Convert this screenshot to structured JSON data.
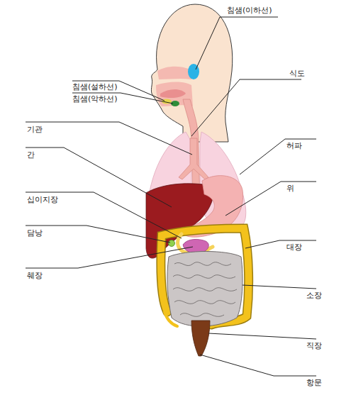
{
  "diagram": {
    "labels": [
      "침샘(이하선)",
      "식도",
      "침샘(설하선)",
      "침샘(악하선)",
      "기관",
      "허파",
      "간",
      "위",
      "십이지장",
      "담낭",
      "대장",
      "췌장",
      "소장",
      "직장",
      "항문"
    ]
  }
}
